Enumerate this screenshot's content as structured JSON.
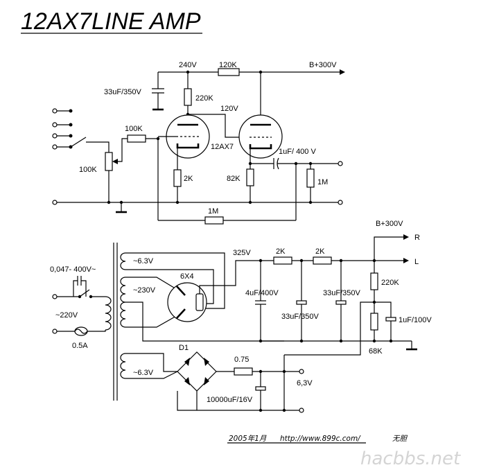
{
  "title": "12AX7LINE AMP",
  "labels": {
    "v240": "240V",
    "r120k": "120K",
    "bplus_top": "B+300V",
    "c33uf_top": "33uF/350V",
    "r220k_top": "220K",
    "v120": "120V",
    "r100k_in": "100K",
    "pot100k": "100K",
    "tube": "12AX7",
    "cout": "1uF/ 400 V",
    "r2k": "2K",
    "r82k": "82K",
    "r1m_out": "1M",
    "r1m_fb": "1M",
    "bplus_ps": "B+300V",
    "out_r": "R",
    "out_l": "L",
    "v325": "325V",
    "r2k_ps1": "2K",
    "r2k_ps2": "2K",
    "v63_top": "~6.3V",
    "v230": "~230V",
    "rect_tube": "6X4",
    "c4uf": "4uF/400V",
    "c33uf_ps1": "33uF/350V",
    "c33uf_ps2": "33uF/350V",
    "r220k_ps": "220K",
    "c1uf_ps": "1uF/100V",
    "r68k": "68K",
    "cap_mains": "0,047- 400V~",
    "v220": "~220V",
    "fuse": "0.5A",
    "v63_bot": "~6.3V",
    "d1": "D1",
    "r075": "0.75",
    "c10000uf": "10000uF/16V",
    "v63_out": "6,3V"
  },
  "footer": {
    "date": "2005年1月",
    "url": "http://www.899c.com/",
    "author": "无胆"
  },
  "watermark": "hacbbs.net"
}
